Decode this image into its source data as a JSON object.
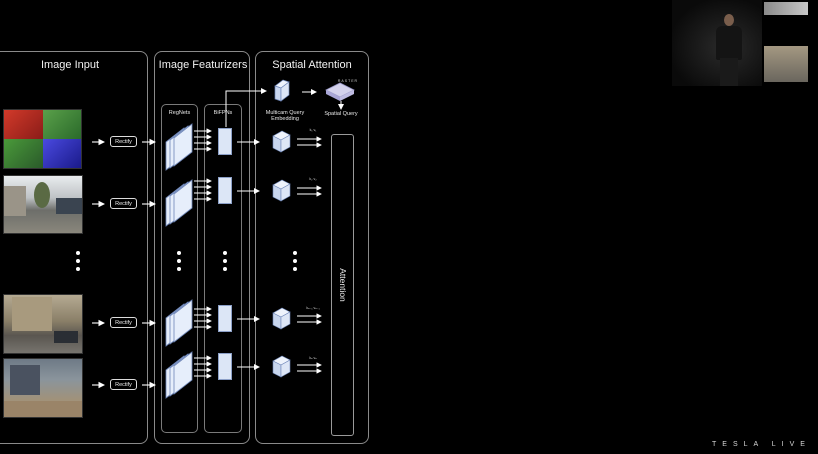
{
  "panels": {
    "input_title": "Image Input",
    "featurizer_title": "Image Featurizers",
    "attention_title": "Spatial Attention"
  },
  "featurizer": {
    "regnets_label": "RegNets",
    "bifpns_label": "BiFPNs"
  },
  "attention_panel": {
    "query_embedding_label": "Multicam Query Embedding",
    "spatial_query_label": "Spatial Query",
    "raster_label": "RASTER",
    "attention_label": "Attention",
    "kv_labels": [
      "k₁ v₁",
      "k₂ v₂",
      "kₙ₋₁ vₙ₋₁",
      "kₙ vₙ"
    ]
  },
  "rows": [
    {
      "rectify_label": "Rectify"
    },
    {
      "rectify_label": "Rectify"
    },
    {
      "rectify_label": "Rectify"
    },
    {
      "rectify_label": "Rectify"
    }
  ],
  "footer": {
    "brand_text": "TESLA LIVE"
  },
  "colors": {
    "background": "#000000",
    "panel_border": "#8a8a8a",
    "regnet_fill": "#d6e2f5",
    "bifpn_fill": "#dce6f6",
    "tint_red": "#c0302a",
    "tint_green": "#3a8a3a",
    "tint_blue": "#2a3ac8"
  },
  "icons": [
    "arrow-right-icon",
    "arrow-down-icon",
    "cube-icon",
    "layered-stack-icon",
    "grid-plane-icon"
  ]
}
